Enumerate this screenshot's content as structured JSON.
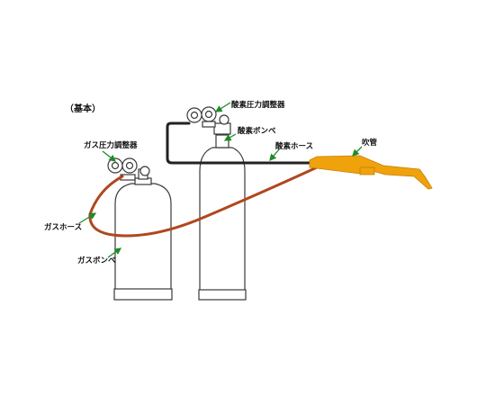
{
  "title": "（基本）",
  "labels": {
    "gas_regulator": "ガス圧力調整器",
    "oxygen_regulator": "酸素圧力調整器",
    "oxygen_cylinder": "酸素ボンベ",
    "oxygen_hose": "酸素ホース",
    "torch": "吹管",
    "gas_hose": "ガスホース",
    "gas_cylinder": "ガスボンベ"
  },
  "colors": {
    "outline": "#3a3a3a",
    "oxygen_hose": "#222222",
    "gas_hose": "#b0471e",
    "torch": "#f0a20c",
    "leader_arrow": "#1f8a2a"
  }
}
